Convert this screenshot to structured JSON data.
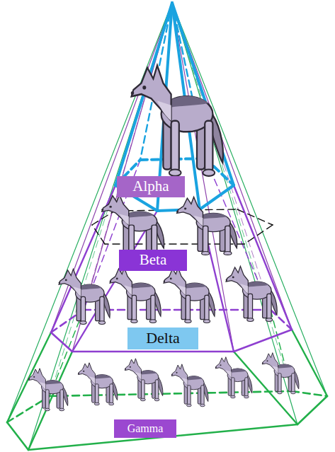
{
  "diagram": {
    "nodes": [
      {
        "text": [
          "Alpha"
        ]
      },
      {
        "text": [
          "Beta"
        ]
      },
      {
        "text": [
          "Delta"
        ]
      },
      {
        "text": [
          "Gamma"
        ]
      }
    ]
  }
}
